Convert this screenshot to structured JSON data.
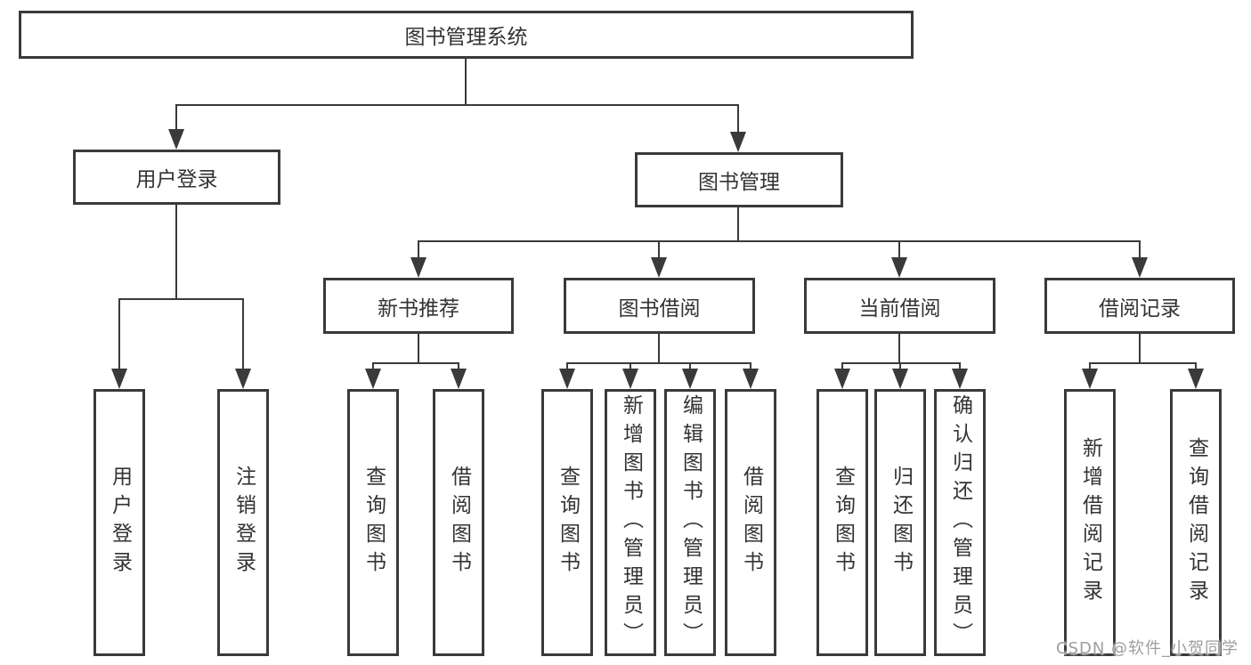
{
  "tree": {
    "root": {
      "label": "图书管理系统"
    },
    "user_login": {
      "label": "用户登录",
      "children": [
        {
          "label": "用户登录"
        },
        {
          "label": "注销登录"
        }
      ]
    },
    "book_management": {
      "label": "图书管理",
      "sections": [
        {
          "label": "新书推荐",
          "children": [
            {
              "label": "查询图书"
            },
            {
              "label": "借阅图书"
            }
          ]
        },
        {
          "label": "图书借阅",
          "children": [
            {
              "label": "查询图书"
            },
            {
              "label": "新增图书（管理员）"
            },
            {
              "label": "编辑图书（管理员）"
            },
            {
              "label": "借阅图书"
            }
          ]
        },
        {
          "label": "当前借阅",
          "children": [
            {
              "label": "查询图书"
            },
            {
              "label": "归还图书"
            },
            {
              "label": "确认归还（管理员）"
            }
          ]
        },
        {
          "label": "借阅记录",
          "children": [
            {
              "label": "新增借阅记录"
            },
            {
              "label": "查询借阅记录"
            }
          ]
        }
      ]
    }
  },
  "watermark": {
    "text": "CSDN @软件_小贺同学"
  },
  "colors": {
    "line": "#3a3a3a",
    "text": "#333333",
    "watermark": "#9e9e9e",
    "background": "#ffffff"
  }
}
